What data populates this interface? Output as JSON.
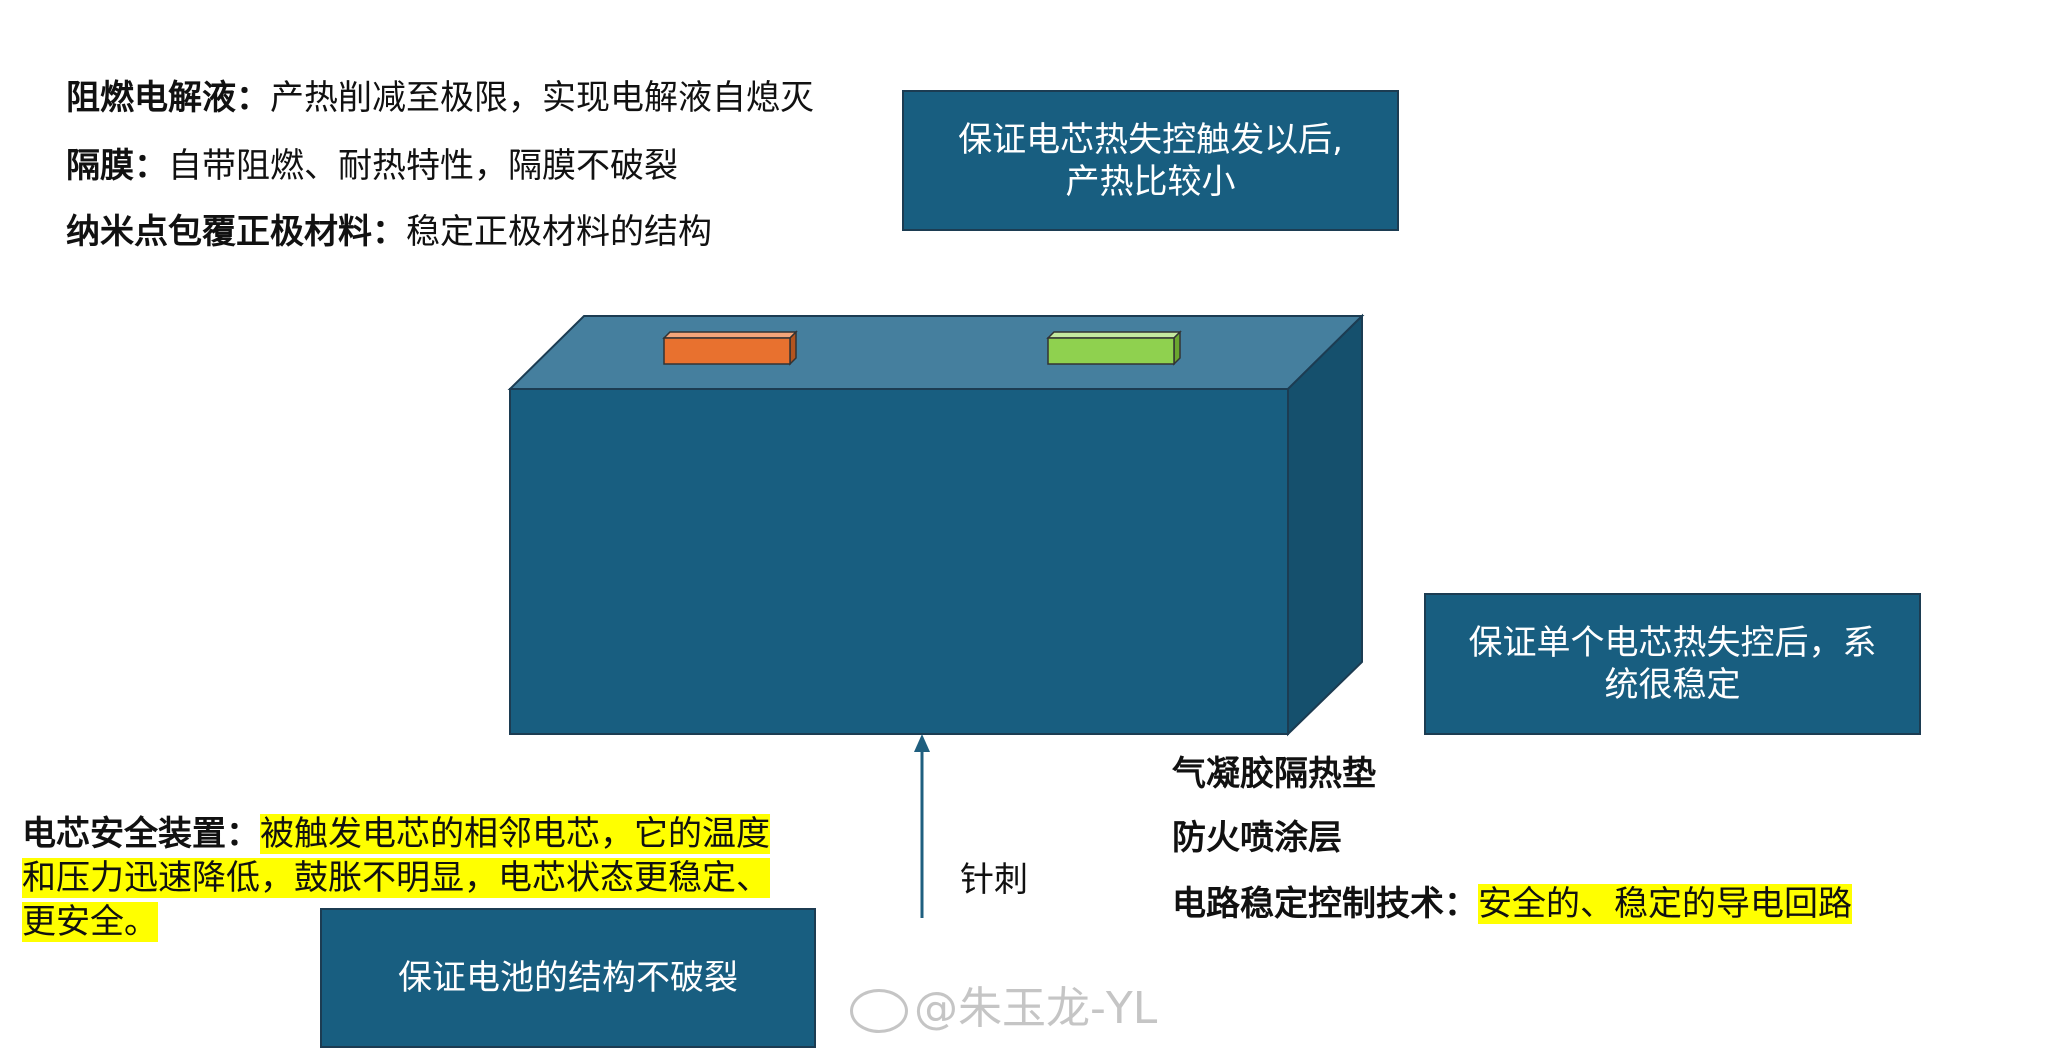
{
  "top_features": [
    {
      "label": "阻燃电解液：",
      "desc": "产热削减至极限，实现电解液自熄灭"
    },
    {
      "label": "隔膜：",
      "desc": "自带阻燃、耐热特性，隔膜不破裂"
    },
    {
      "label": "纳米点包覆正极材料：",
      "desc": "稳定正极材料的结构"
    }
  ],
  "box_top_right": {
    "line1": "保证电芯热失控触发以后,",
    "line2": "产热比较小"
  },
  "box_mid_right": {
    "line1": "保证单个电芯热失控后，系",
    "line2": "统很稳定"
  },
  "box_bottom": {
    "text": "保证电池的结构不破裂"
  },
  "safety_device": {
    "label": "电芯安全装置：",
    "desc_part1": "被触发电芯的相邻电芯，它的温度",
    "desc_part2": "和压力迅速降低，鼓胀不明显，电芯状态更稳定、",
    "desc_part3": "更安全。"
  },
  "needle_label": "针刺",
  "right_features": [
    {
      "label": "气凝胶隔热垫",
      "desc": ""
    },
    {
      "label": "防火喷涂层",
      "desc": ""
    },
    {
      "label": "电路稳定控制技术：",
      "desc": "安全的、稳定的导电回路"
    }
  ],
  "watermark": "@朱玉龙-YL",
  "colors": {
    "box_fill": "#185e80",
    "battery_front": "#185e80",
    "battery_top": "#457f9e",
    "battery_side": "#15506d",
    "terminal_negative": "#e8712f",
    "terminal_positive": "#8fd14f",
    "highlight": "#ffff00"
  }
}
